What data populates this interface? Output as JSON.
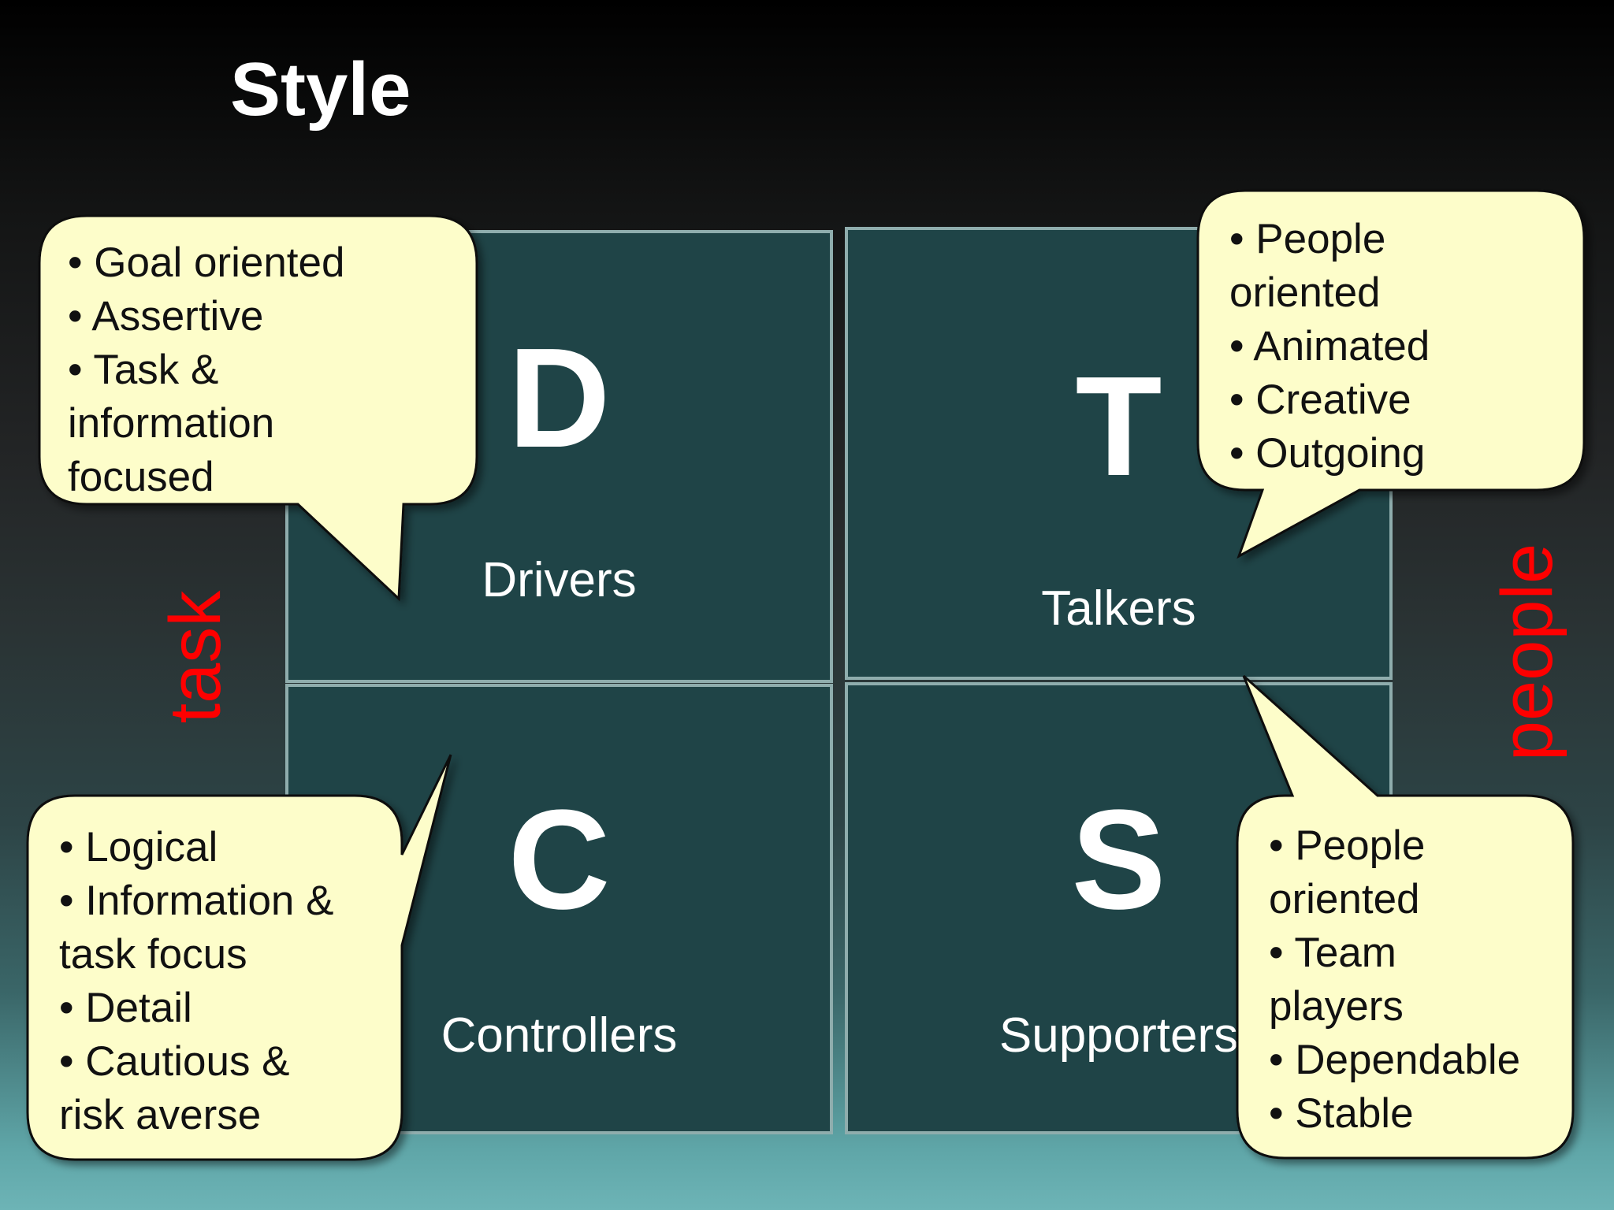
{
  "title": "Style",
  "quadrants": {
    "d": {
      "letter": "D",
      "label": "Drivers"
    },
    "t": {
      "letter": "T",
      "label": "Talkers"
    },
    "c": {
      "letter": "C",
      "label": "Controllers"
    },
    "s": {
      "letter": "S",
      "label": "Supporters"
    }
  },
  "axes": {
    "left": "task",
    "right": "people"
  },
  "callouts": {
    "d": [
      "• Goal oriented",
      "• Assertive",
      "• Task &",
      "information",
      "focused"
    ],
    "t": [
      "• People",
      "oriented",
      "• Animated",
      "• Creative",
      "• Outgoing"
    ],
    "c": [
      "• Logical",
      "• Information &",
      "task focus",
      "• Detail",
      "•  Cautious &",
      "risk averse"
    ],
    "s": [
      "•  People",
      "oriented",
      "• Team",
      "players",
      "• Dependable",
      "• Stable"
    ]
  },
  "colors": {
    "quadrant_fill": "#1f4447",
    "callout_fill": "#fdfdca",
    "axis_text": "#ff0000"
  }
}
